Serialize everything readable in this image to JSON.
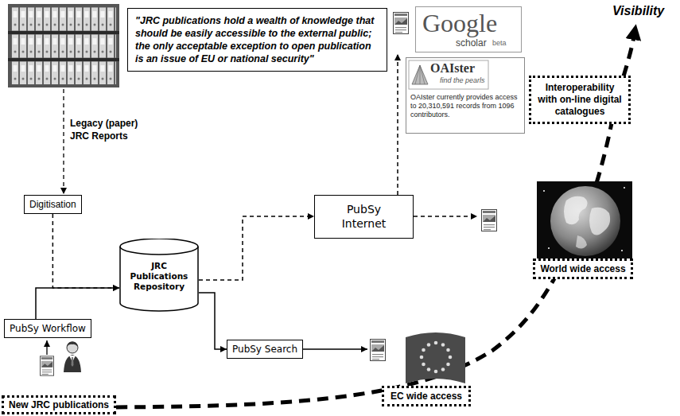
{
  "diagram": {
    "nodes": [
      {
        "text": [
          "\"JRC publications hold a wealth of knowledge that should be easily accessible to the external public; the only acceptable exception to open publication is an issue of EU or national security\""
        ]
      },
      {
        "text": [
          "Google",
          "scholar",
          "beta"
        ]
      },
      {
        "text": [
          "OAIster",
          "find the pearls",
          "OAIster currently provides access to 20,310,591 records from 1096 contributors."
        ]
      },
      {
        "text": [
          "Interoperability with on-line digital catalogues"
        ]
      },
      {
        "text": [
          "Digitisation"
        ]
      },
      {
        "text": [
          "PubSy Internet"
        ]
      },
      {
        "text": [
          "JRC Publications Repository"
        ]
      },
      {
        "text": [
          "World wide access"
        ]
      },
      {
        "text": [
          "PubSy Workflow"
        ]
      },
      {
        "text": [
          "PubSy Search"
        ]
      },
      {
        "text": [
          "EC wide access"
        ]
      },
      {
        "text": [
          "New JRC publications"
        ]
      }
    ],
    "edges": [
      {
        "from": 4,
        "to": 6,
        "arrow": "to"
      },
      {
        "from": 8,
        "to": 6,
        "arrow": "to"
      },
      {
        "from": 6,
        "to": 5,
        "arrow": "to"
      },
      {
        "from": 6,
        "to": 9,
        "arrow": "to"
      },
      {
        "from": 5,
        "to": 1,
        "arrow": "to"
      },
      {
        "from": 5,
        "to": 7,
        "arrow": "to"
      },
      {
        "from": 9,
        "to": 10,
        "arrow": "to"
      }
    ],
    "labels": [
      "Legacy (paper) JRC Reports",
      "Visibility"
    ]
  }
}
